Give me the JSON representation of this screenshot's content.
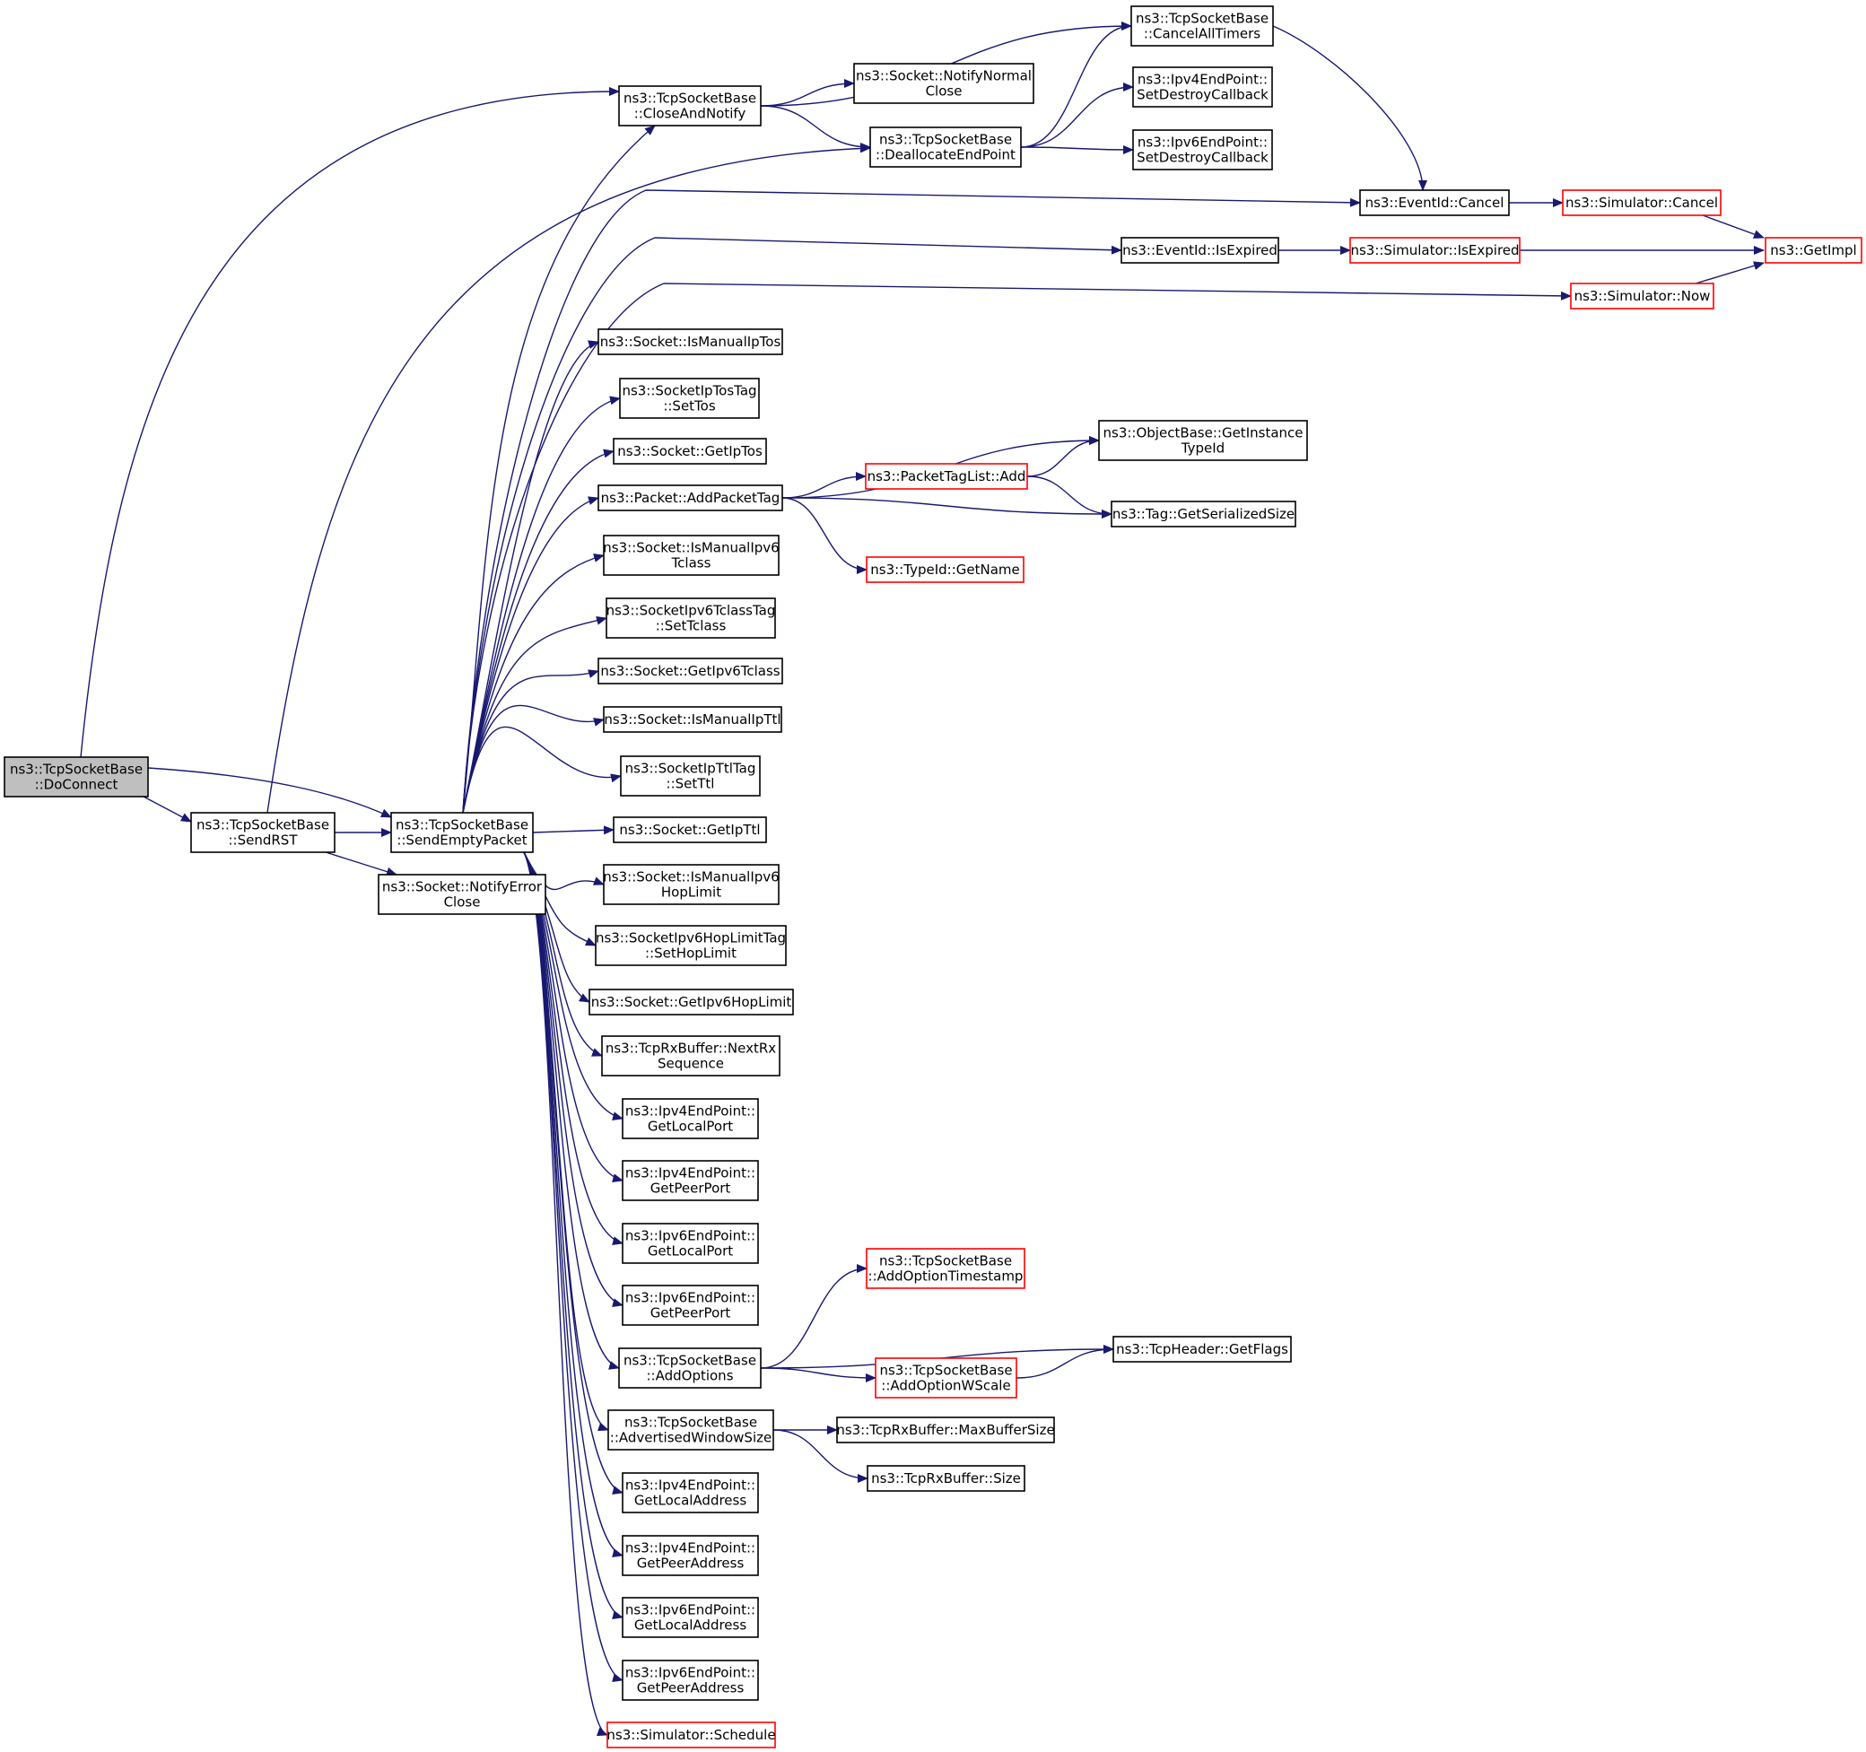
{
  "colors": {
    "edge": "#191970",
    "node_border": "#000000",
    "node_border_truncated": "#ff0000",
    "root_fill": "#bfbfbf",
    "node_fill": "#ffffff"
  },
  "graph": {
    "root": "doconnect",
    "nodes": [
      {
        "id": "doconnect",
        "lines": [
          "ns3::TcpSocketBase",
          "::DoConnect"
        ],
        "root": true
      },
      {
        "id": "sendrst",
        "lines": [
          "ns3::TcpSocketBase",
          "::SendRST"
        ]
      },
      {
        "id": "sendemptypacket",
        "lines": [
          "ns3::TcpSocketBase",
          "::SendEmptyPacket"
        ]
      },
      {
        "id": "notifyerrorclose",
        "lines": [
          "ns3::Socket::NotifyError",
          "Close"
        ]
      },
      {
        "id": "closeandnotify",
        "lines": [
          "ns3::TcpSocketBase",
          "::CloseAndNotify"
        ]
      },
      {
        "id": "notifynormalclose",
        "lines": [
          "ns3::Socket::NotifyNormal",
          "Close"
        ]
      },
      {
        "id": "deallocateendpoint",
        "lines": [
          "ns3::TcpSocketBase",
          "::DeallocateEndPoint"
        ]
      },
      {
        "id": "cancelalltimers",
        "lines": [
          "ns3::TcpSocketBase",
          "::CancelAllTimers"
        ]
      },
      {
        "id": "ipv4setdestroy",
        "lines": [
          "ns3::Ipv4EndPoint::",
          "SetDestroyCallback"
        ]
      },
      {
        "id": "ipv6setdestroy",
        "lines": [
          "ns3::Ipv6EndPoint::",
          "SetDestroyCallback"
        ]
      },
      {
        "id": "eventidcancel",
        "lines": [
          "ns3::EventId::Cancel"
        ]
      },
      {
        "id": "simcancel",
        "lines": [
          "ns3::Simulator::Cancel"
        ],
        "truncated": true
      },
      {
        "id": "getimpl",
        "lines": [
          "ns3::GetImpl"
        ],
        "truncated": true
      },
      {
        "id": "eventidisexpired",
        "lines": [
          "ns3::EventId::IsExpired"
        ]
      },
      {
        "id": "simisexpired",
        "lines": [
          "ns3::Simulator::IsExpired"
        ],
        "truncated": true
      },
      {
        "id": "simnow",
        "lines": [
          "ns3::Simulator::Now"
        ],
        "truncated": true
      },
      {
        "id": "ismanualiptos",
        "lines": [
          "ns3::Socket::IsManualIpTos"
        ]
      },
      {
        "id": "settos",
        "lines": [
          "ns3::SocketIpTosTag",
          "::SetTos"
        ]
      },
      {
        "id": "getiptos",
        "lines": [
          "ns3::Socket::GetIpTos"
        ]
      },
      {
        "id": "addpackettag",
        "lines": [
          "ns3::Packet::AddPacketTag"
        ]
      },
      {
        "id": "getinstancetypeid",
        "lines": [
          "ns3::ObjectBase::GetInstance",
          "TypeId"
        ]
      },
      {
        "id": "packettaglistadd",
        "lines": [
          "ns3::PacketTagList::Add"
        ],
        "truncated": true
      },
      {
        "id": "getserializedsize",
        "lines": [
          "ns3::Tag::GetSerializedSize"
        ]
      },
      {
        "id": "typeidgetname",
        "lines": [
          "ns3::TypeId::GetName"
        ],
        "truncated": true
      },
      {
        "id": "ismanualipv6tclass",
        "lines": [
          "ns3::Socket::IsManualIpv6",
          "Tclass"
        ]
      },
      {
        "id": "settclass",
        "lines": [
          "ns3::SocketIpv6TclassTag",
          "::SetTclass"
        ]
      },
      {
        "id": "getipv6tclass",
        "lines": [
          "ns3::Socket::GetIpv6Tclass"
        ]
      },
      {
        "id": "ismanualipttl",
        "lines": [
          "ns3::Socket::IsManualIpTtl"
        ]
      },
      {
        "id": "setttl",
        "lines": [
          "ns3::SocketIpTtlTag",
          "::SetTtl"
        ]
      },
      {
        "id": "getipttl",
        "lines": [
          "ns3::Socket::GetIpTtl"
        ]
      },
      {
        "id": "ismanualipv6hoplimit",
        "lines": [
          "ns3::Socket::IsManualIpv6",
          "HopLimit"
        ]
      },
      {
        "id": "sethoplimit",
        "lines": [
          "ns3::SocketIpv6HopLimitTag",
          "::SetHopLimit"
        ]
      },
      {
        "id": "getipv6hoplimit",
        "lines": [
          "ns3::Socket::GetIpv6HopLimit"
        ]
      },
      {
        "id": "nextrxsequence",
        "lines": [
          "ns3::TcpRxBuffer::NextRx",
          "Sequence"
        ]
      },
      {
        "id": "ipv4getlocalport",
        "lines": [
          "ns3::Ipv4EndPoint::",
          "GetLocalPort"
        ]
      },
      {
        "id": "ipv4getpeerport",
        "lines": [
          "ns3::Ipv4EndPoint::",
          "GetPeerPort"
        ]
      },
      {
        "id": "ipv6getlocalport",
        "lines": [
          "ns3::Ipv6EndPoint::",
          "GetLocalPort"
        ]
      },
      {
        "id": "ipv6getpeerport",
        "lines": [
          "ns3::Ipv6EndPoint::",
          "GetPeerPort"
        ]
      },
      {
        "id": "addoptiontimestamp",
        "lines": [
          "ns3::TcpSocketBase",
          "::AddOptionTimestamp"
        ],
        "truncated": true
      },
      {
        "id": "addoptions",
        "lines": [
          "ns3::TcpSocketBase",
          "::AddOptions"
        ]
      },
      {
        "id": "addoptionwscale",
        "lines": [
          "ns3::TcpSocketBase",
          "::AddOptionWScale"
        ],
        "truncated": true
      },
      {
        "id": "tcpheadergetflags",
        "lines": [
          "ns3::TcpHeader::GetFlags"
        ]
      },
      {
        "id": "advertisedwindowsize",
        "lines": [
          "ns3::TcpSocketBase",
          "::AdvertisedWindowSize"
        ]
      },
      {
        "id": "maxbuffersize",
        "lines": [
          "ns3::TcpRxBuffer::MaxBufferSize"
        ]
      },
      {
        "id": "rxbuffersize",
        "lines": [
          "ns3::TcpRxBuffer::Size"
        ]
      },
      {
        "id": "ipv4getlocaladdress",
        "lines": [
          "ns3::Ipv4EndPoint::",
          "GetLocalAddress"
        ]
      },
      {
        "id": "ipv4getpeeraddress",
        "lines": [
          "ns3::Ipv4EndPoint::",
          "GetPeerAddress"
        ]
      },
      {
        "id": "ipv6getlocaladdress",
        "lines": [
          "ns3::Ipv6EndPoint::",
          "GetLocalAddress"
        ]
      },
      {
        "id": "ipv6getpeeraddress",
        "lines": [
          "ns3::Ipv6EndPoint::",
          "GetPeerAddress"
        ]
      },
      {
        "id": "simschedule",
        "lines": [
          "ns3::Simulator::Schedule"
        ],
        "truncated": true
      }
    ],
    "edges": [
      {
        "from": "doconnect",
        "to": "closeandnotify"
      },
      {
        "from": "doconnect",
        "to": "sendemptypacket"
      },
      {
        "from": "doconnect",
        "to": "sendrst"
      },
      {
        "from": "sendrst",
        "to": "sendemptypacket"
      },
      {
        "from": "sendrst",
        "to": "notifyerrorclose"
      },
      {
        "from": "sendrst",
        "to": "deallocateendpoint"
      },
      {
        "from": "closeandnotify",
        "to": "cancelalltimers"
      },
      {
        "from": "closeandnotify",
        "to": "notifynormalclose"
      },
      {
        "from": "closeandnotify",
        "to": "deallocateendpoint"
      },
      {
        "from": "deallocateendpoint",
        "to": "cancelalltimers"
      },
      {
        "from": "deallocateendpoint",
        "to": "ipv4setdestroy"
      },
      {
        "from": "deallocateendpoint",
        "to": "ipv6setdestroy"
      },
      {
        "from": "cancelalltimers",
        "to": "eventidcancel"
      },
      {
        "from": "eventidcancel",
        "to": "simcancel"
      },
      {
        "from": "simcancel",
        "to": "getimpl"
      },
      {
        "from": "eventidisexpired",
        "to": "simisexpired"
      },
      {
        "from": "simisexpired",
        "to": "getimpl"
      },
      {
        "from": "simnow",
        "to": "getimpl"
      },
      {
        "from": "sendemptypacket",
        "to": "closeandnotify"
      },
      {
        "from": "sendemptypacket",
        "to": "eventidcancel"
      },
      {
        "from": "sendemptypacket",
        "to": "eventidisexpired"
      },
      {
        "from": "sendemptypacket",
        "to": "simnow"
      },
      {
        "from": "sendemptypacket",
        "to": "ismanualiptos"
      },
      {
        "from": "sendemptypacket",
        "to": "settos"
      },
      {
        "from": "sendemptypacket",
        "to": "getiptos"
      },
      {
        "from": "sendemptypacket",
        "to": "addpackettag"
      },
      {
        "from": "sendemptypacket",
        "to": "ismanualipv6tclass"
      },
      {
        "from": "sendemptypacket",
        "to": "settclass"
      },
      {
        "from": "sendemptypacket",
        "to": "getipv6tclass"
      },
      {
        "from": "sendemptypacket",
        "to": "ismanualipttl"
      },
      {
        "from": "sendemptypacket",
        "to": "setttl"
      },
      {
        "from": "sendemptypacket",
        "to": "getipttl"
      },
      {
        "from": "sendemptypacket",
        "to": "ismanualipv6hoplimit"
      },
      {
        "from": "sendemptypacket",
        "to": "sethoplimit"
      },
      {
        "from": "sendemptypacket",
        "to": "getipv6hoplimit"
      },
      {
        "from": "sendemptypacket",
        "to": "nextrxsequence"
      },
      {
        "from": "sendemptypacket",
        "to": "ipv4getlocalport"
      },
      {
        "from": "sendemptypacket",
        "to": "ipv4getpeerport"
      },
      {
        "from": "sendemptypacket",
        "to": "ipv6getlocalport"
      },
      {
        "from": "sendemptypacket",
        "to": "ipv6getpeerport"
      },
      {
        "from": "sendemptypacket",
        "to": "addoptions"
      },
      {
        "from": "sendemptypacket",
        "to": "advertisedwindowsize"
      },
      {
        "from": "sendemptypacket",
        "to": "ipv4getlocaladdress"
      },
      {
        "from": "sendemptypacket",
        "to": "ipv4getpeeraddress"
      },
      {
        "from": "sendemptypacket",
        "to": "ipv6getlocaladdress"
      },
      {
        "from": "sendemptypacket",
        "to": "ipv6getpeeraddress"
      },
      {
        "from": "sendemptypacket",
        "to": "simschedule"
      },
      {
        "from": "addpackettag",
        "to": "getinstancetypeid"
      },
      {
        "from": "addpackettag",
        "to": "packettaglistadd"
      },
      {
        "from": "addpackettag",
        "to": "getserializedsize"
      },
      {
        "from": "addpackettag",
        "to": "typeidgetname"
      },
      {
        "from": "packettaglistadd",
        "to": "getinstancetypeid"
      },
      {
        "from": "packettaglistadd",
        "to": "getserializedsize"
      },
      {
        "from": "addoptions",
        "to": "addoptiontimestamp"
      },
      {
        "from": "addoptions",
        "to": "tcpheadergetflags"
      },
      {
        "from": "addoptions",
        "to": "addoptionwscale"
      },
      {
        "from": "addoptionwscale",
        "to": "tcpheadergetflags"
      },
      {
        "from": "advertisedwindowsize",
        "to": "maxbuffersize"
      },
      {
        "from": "advertisedwindowsize",
        "to": "rxbuffersize"
      }
    ]
  }
}
